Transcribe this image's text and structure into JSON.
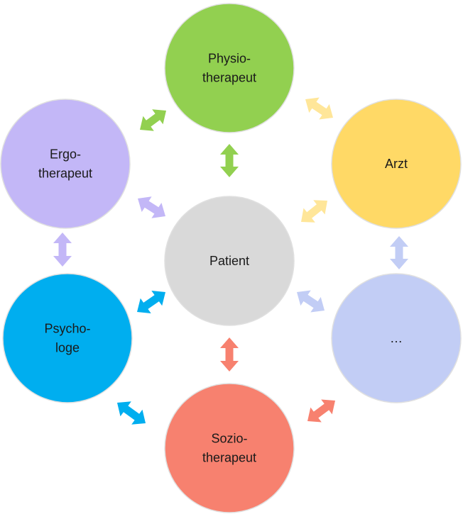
{
  "nodes": [
    {
      "id": "physio",
      "lines": [
        "Physio-",
        "therapeut"
      ],
      "color": "#92d050"
    },
    {
      "id": "arzt",
      "lines": [
        "Arzt"
      ],
      "color": "#ffd966"
    },
    {
      "id": "more",
      "lines": [
        "…"
      ],
      "color": "#c2cdf5"
    },
    {
      "id": "sozio",
      "lines": [
        "Sozio-",
        "therapeut"
      ],
      "color": "#f7816f"
    },
    {
      "id": "psycho",
      "lines": [
        "Psycho-",
        "loge"
      ],
      "color": "#00aeef"
    },
    {
      "id": "ergo",
      "lines": [
        "Ergo-",
        "therapeut"
      ],
      "color": "#c3b7f7"
    },
    {
      "id": "patient",
      "lines": [
        "Patient"
      ],
      "color": "#d9d9d9"
    }
  ],
  "arrow_colors": {
    "green": "#92d050",
    "yellow": "#ffe699",
    "lavender": "#c3b7f7",
    "periwinkle": "#c2cdf5",
    "blue": "#00aeef",
    "salmon": "#f7816f"
  }
}
